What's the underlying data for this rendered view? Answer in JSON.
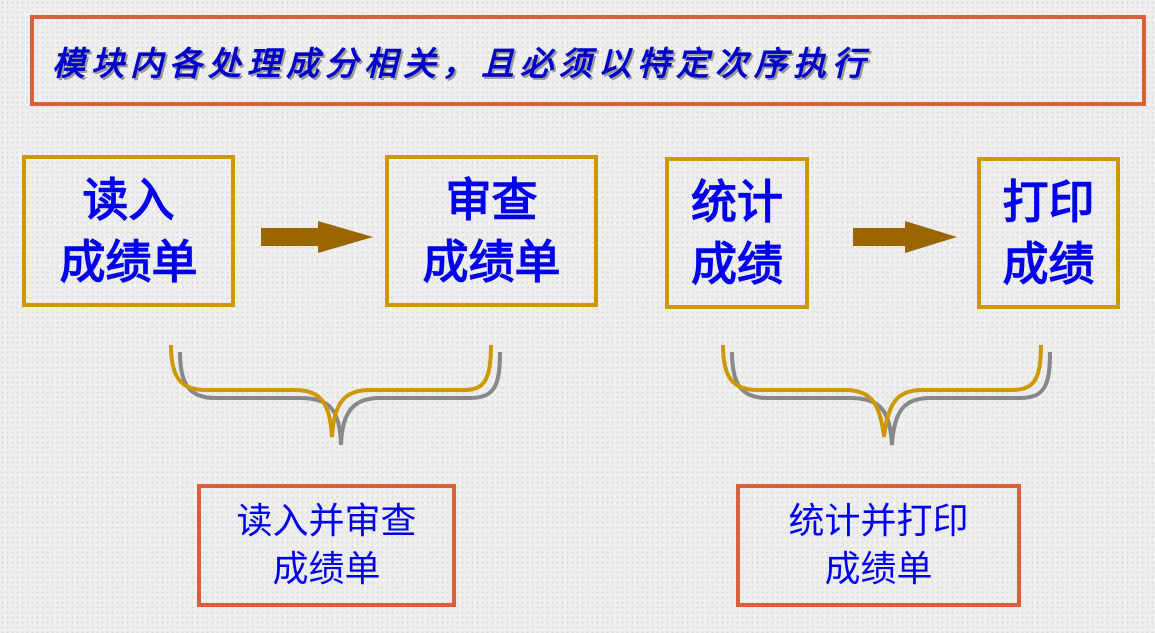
{
  "title": "模块内各处理成分相关，且必须以特定次序执行",
  "steps": [
    {
      "line1": "读入",
      "line2": "成绩单"
    },
    {
      "line1": "审查",
      "line2": "成绩单"
    },
    {
      "line1": "统计",
      "line2": "成绩"
    },
    {
      "line1": "打印",
      "line2": "成绩"
    }
  ],
  "groups": [
    {
      "line1": "读入并审查",
      "line2": "成绩单"
    },
    {
      "line1": "统计并打印",
      "line2": "成绩单"
    }
  ],
  "colors": {
    "step_border": "#cc9900",
    "group_border": "#d9603b",
    "text": "#0000ee",
    "arrow": "#996600"
  }
}
